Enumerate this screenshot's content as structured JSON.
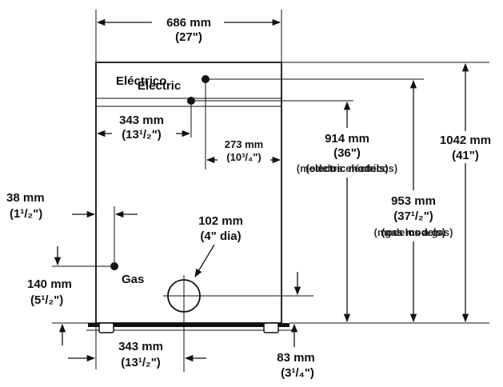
{
  "labels": {
    "width_mm": "686 mm",
    "width_in": "(27\")",
    "electric": "Electric",
    "electric_overlap": "Eléctrico",
    "left_343_mm": "343 mm",
    "left_343_in": "(13¹/₂\")",
    "right_273_mm": "273 mm",
    "right_273_in": "(10³/₄\")",
    "h914_mm": "914 mm",
    "h914_in": "(36\")",
    "h914_note": "(electric models)",
    "h914_note_overlap": "(modelos eléctricos)",
    "h953_mm": "953 mm",
    "h953_in": "(37¹/₂\")",
    "h953_note": "(gas models)",
    "h953_note_overlap": "(modelos a gas)",
    "h1042_mm": "1042 mm",
    "h1042_in": "(41\")",
    "left38_mm": "38 mm",
    "left38_in": "(1¹/₂\")",
    "gas": "Gas",
    "left140_mm": "140 mm",
    "left140_in": "(5¹/₂\")",
    "vent_mm": "102 mm",
    "vent_in": "(4\" dia)",
    "bottom343_mm": "343 mm",
    "bottom343_in": "(13¹/₂\")",
    "bottom83_mm": "83 mm",
    "bottom83_in": "(3¹/₄\")"
  }
}
